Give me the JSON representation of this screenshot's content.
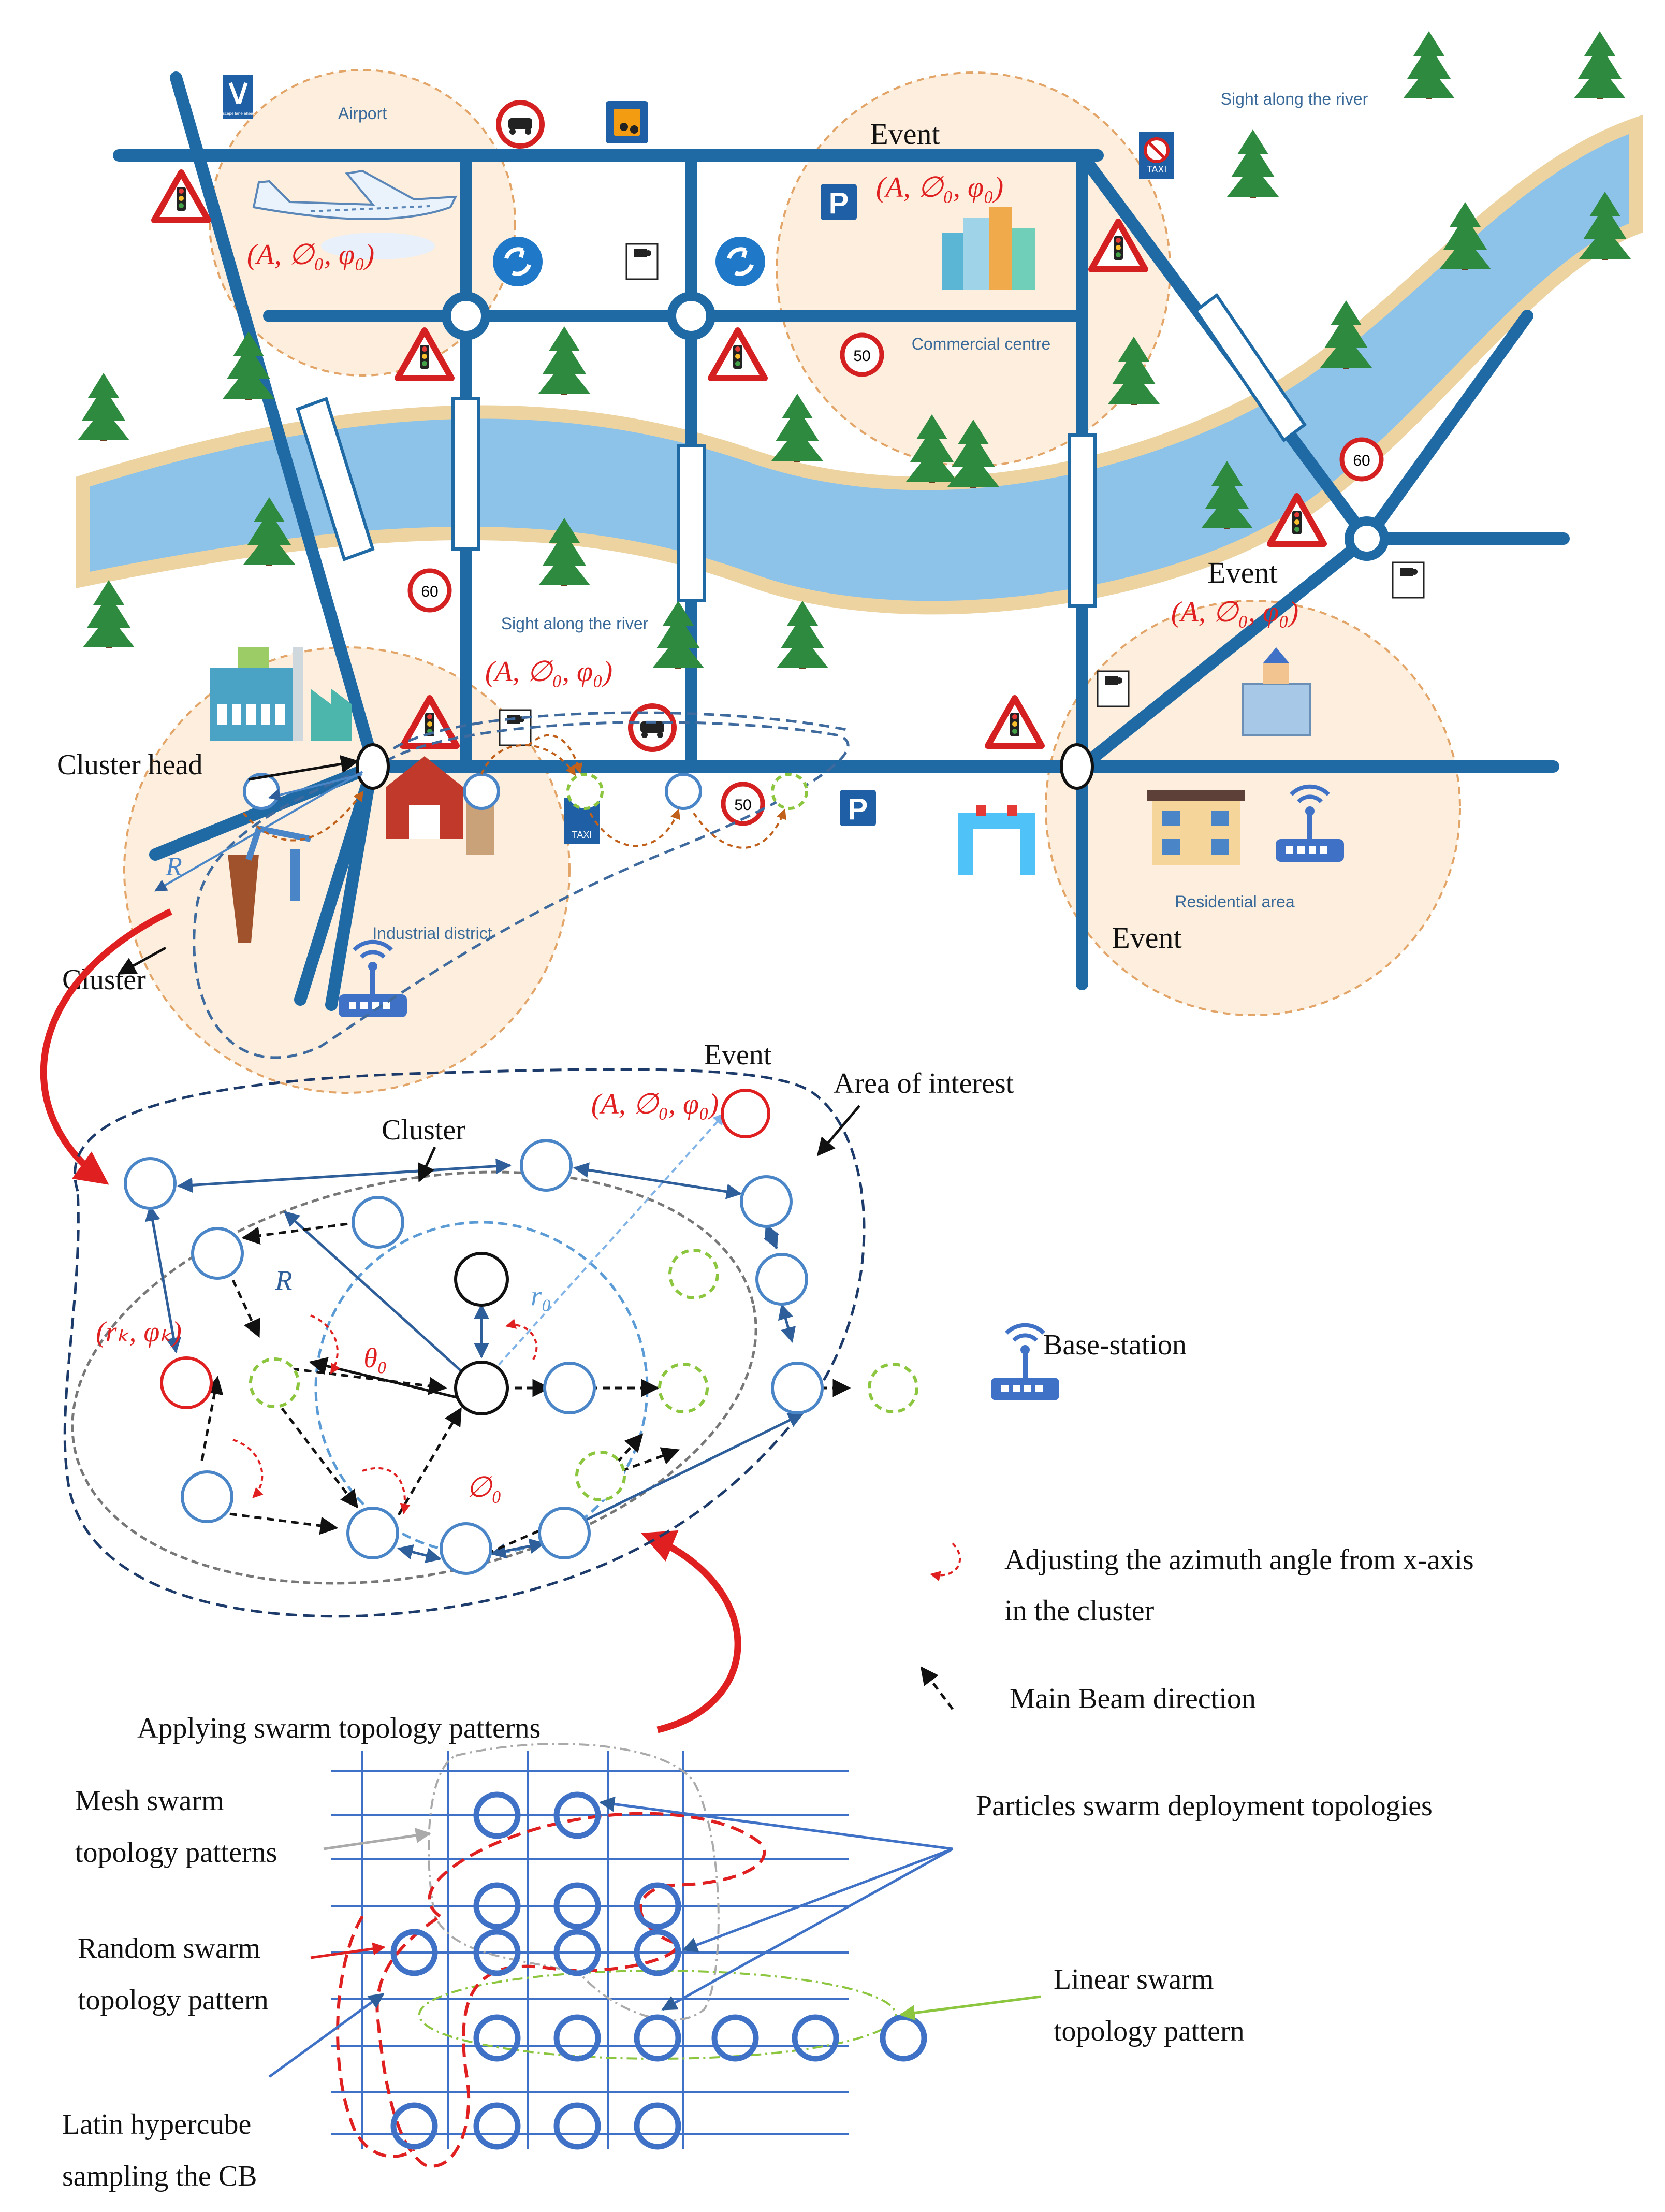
{
  "map": {
    "airport": "Airport",
    "sight_river_top": "Sight along the river",
    "sight_river_mid": "Sight along the river",
    "commercial_centre": "Commercial centre",
    "residential_area": "Residential area",
    "industrial_district": "Industrial district",
    "event_top": "Event",
    "event_right": "Event",
    "event_bottom": "Event",
    "param_airport": "(A, ∅₀, φ₀)",
    "param_commercial": "(A, ∅₀, φ₀)",
    "param_right": "(A, ∅₀, φ₀)",
    "param_industrial": "(A, ∅₀, φ₀)",
    "cluster_head": "Cluster head",
    "cluster": "Cluster",
    "radius": "R",
    "speed_50": "50",
    "speed_60": "60",
    "speed_cameras": "Speed\ncameras",
    "taxi": "TAXI",
    "parking": "P",
    "escape_sign": "Escape lane ahead"
  },
  "cluster_diagram": {
    "event": "Event",
    "event_param": "(A, ∅₀, φ₀)",
    "area_of_interest": "Area of interest",
    "cluster": "Cluster",
    "radius_R": "R",
    "radius_r0": "r₀",
    "theta0": "θ₀",
    "phi0": "∅₀",
    "rk_phik": "(rₖ, φₖ)",
    "base_station": "Base-station"
  },
  "legend": {
    "azimuth_line1": "Adjusting the azimuth angle from x-axis",
    "azimuth_line2": "in the cluster",
    "main_beam": "Main Beam direction"
  },
  "topology": {
    "title": "Applying swarm topology patterns",
    "mesh_line1": "Mesh swarm",
    "mesh_line2": "topology patterns",
    "random_line1": "Random swarm",
    "random_line2": "topology pattern",
    "latin_line1": "Latin hypercube",
    "latin_line2": "sampling the CB",
    "particles": "Particles swarm deployment topologies",
    "linear_line1": "Linear swarm",
    "linear_line2": "topology pattern"
  },
  "colors": {
    "road": "#1f6aa5",
    "river": "#8ec3e9",
    "riverbank": "#ecd3a0",
    "zone": "#fdeedd",
    "node": "#4a86c7",
    "event_red": "#e02020",
    "green_dashed": "#8cc63f",
    "navy": "#1c2a4a"
  }
}
